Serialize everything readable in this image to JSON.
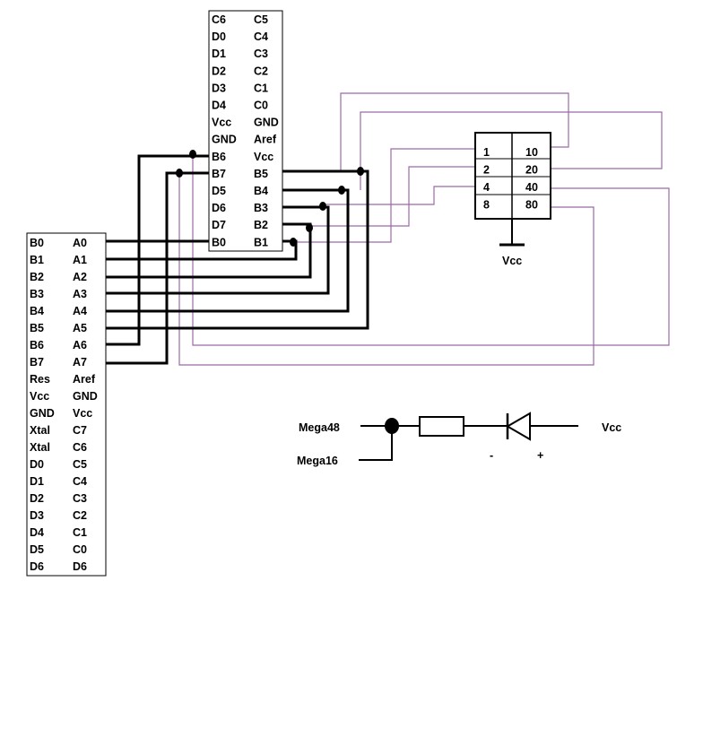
{
  "chip_top": {
    "left_pins": [
      "C6",
      "D0",
      "D1",
      "D2",
      "D3",
      "D4",
      "Vcc",
      "GND",
      "B6",
      "B7",
      "D5",
      "D6",
      "D7",
      "B0"
    ],
    "right_pins": [
      "C5",
      "C4",
      "C3",
      "C2",
      "C1",
      "C0",
      "GND",
      "Aref",
      "Vcc",
      "B5",
      "B4",
      "B3",
      "B2",
      "B1"
    ]
  },
  "chip_left": {
    "left_pins": [
      "B0",
      "B1",
      "B2",
      "B3",
      "B4",
      "B5",
      "B6",
      "B7",
      "Res",
      "Vcc",
      "GND",
      "Xtal",
      "Xtal",
      "D0",
      "D1",
      "D2",
      "D3",
      "D4",
      "D5",
      "D6"
    ],
    "right_pins": [
      "A0",
      "A1",
      "A2",
      "A3",
      "A4",
      "A5",
      "A6",
      "A7",
      "Aref",
      "GND",
      "Vcc",
      "C7",
      "C6",
      "C5",
      "C4",
      "C3",
      "C2",
      "C1",
      "C0",
      "D6"
    ]
  },
  "switch": {
    "left_labels": [
      "1",
      "2",
      "4",
      "8"
    ],
    "right_labels": [
      "10",
      "20",
      "40",
      "80"
    ],
    "supply_label": "Vcc"
  },
  "circuit": {
    "input1": "Mega48",
    "input2": "Mega16",
    "supply": "Vcc",
    "minus": "-",
    "plus": "+"
  }
}
